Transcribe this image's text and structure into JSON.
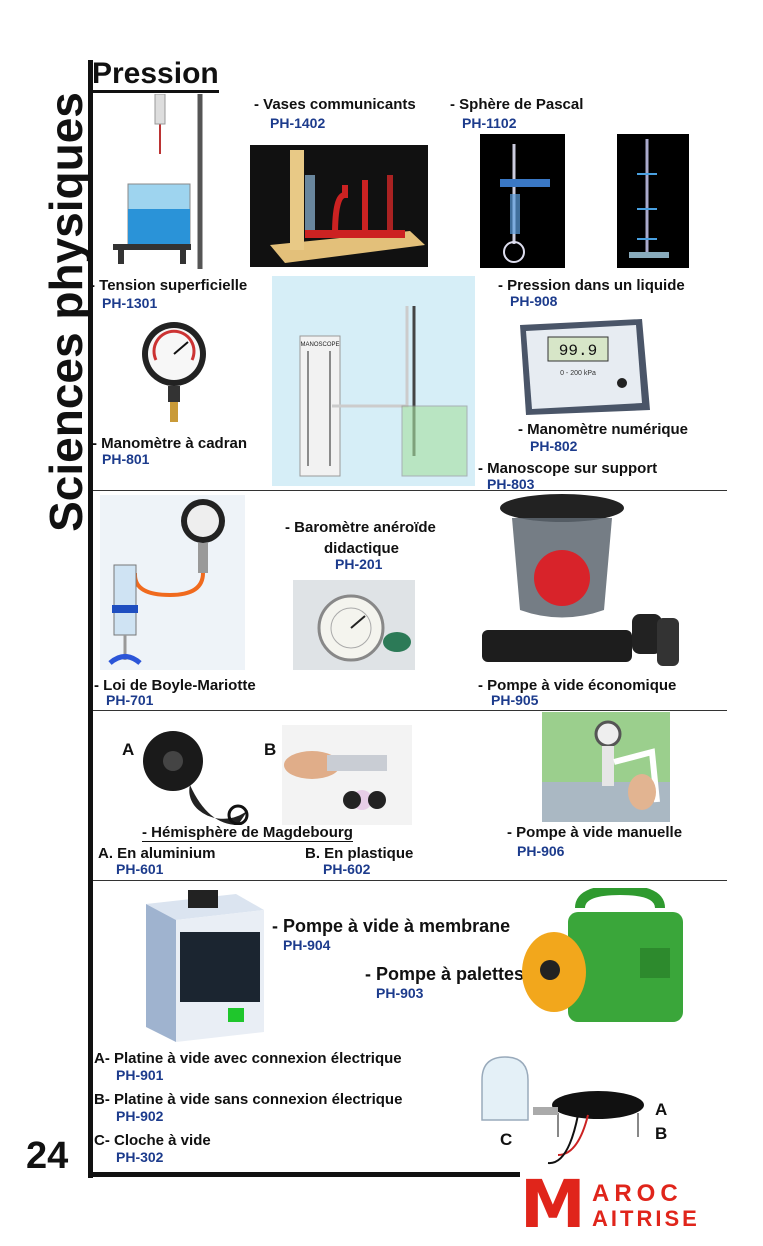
{
  "sidebar": {
    "title": "Sciences physiques"
  },
  "section": {
    "title": "Pression"
  },
  "page_number": "24",
  "items": {
    "vases": {
      "name": "- Vases communicants",
      "code": "PH-1402"
    },
    "sphere": {
      "name": "- Sphère de Pascal",
      "code": "PH-1102"
    },
    "tension": {
      "name": "- Tension superficielle",
      "code": "PH-1301"
    },
    "pression_liquide": {
      "name": "- Pression dans un liquide",
      "code": "PH-908"
    },
    "manometre_cadran": {
      "name": "- Manomètre à cadran",
      "code": "PH-801"
    },
    "manometre_num": {
      "name": "- Manomètre numérique",
      "code": "PH-802"
    },
    "manoscope": {
      "name": "- Manoscope sur support",
      "code": "PH-803"
    },
    "barometre": {
      "name_line1": "- Baromètre anéroïde",
      "name_line2": "didactique",
      "code": "PH-201"
    },
    "boyle": {
      "name": "- Loi de Boyle-Mariotte",
      "code": "PH-701"
    },
    "pompe_eco": {
      "name": "- Pompe à vide économique",
      "code": "PH-905"
    },
    "hemisphere": {
      "name": "- Hémisphère de Magdebourg",
      "label_a": "A",
      "label_b": "B",
      "a_name": "A. En aluminium",
      "a_code": "PH-601",
      "b_name": "B. En plastique",
      "b_code": "PH-602"
    },
    "pompe_manuelle": {
      "name": "- Pompe à vide manuelle",
      "code": "PH-906"
    },
    "pompe_membrane": {
      "name": "- Pompe à vide à membrane",
      "code": "PH-904"
    },
    "pompe_palettes": {
      "name": "- Pompe à palettes",
      "code": "PH-903"
    },
    "platine_avec": {
      "name": "A- Platine à vide avec connexion électrique",
      "code": "PH-901"
    },
    "platine_sans": {
      "name": "B- Platine à vide sans connexion électrique",
      "code": "PH-902"
    },
    "cloche": {
      "name": "C- Cloche à vide",
      "code": "PH-302"
    },
    "platine_labels": {
      "a": "A",
      "b": "B",
      "c": "C"
    },
    "manoscope_label": "MANOSCOPE",
    "display_value": "99.9",
    "display_range": "0 - 200 kPa"
  },
  "logo": {
    "line1": "AROC",
    "line2": "AITRISE",
    "letter": "M"
  },
  "colors": {
    "code_blue": "#1c3b8c",
    "logo_red": "#e0251b",
    "pump_green": "#3aa63a"
  }
}
